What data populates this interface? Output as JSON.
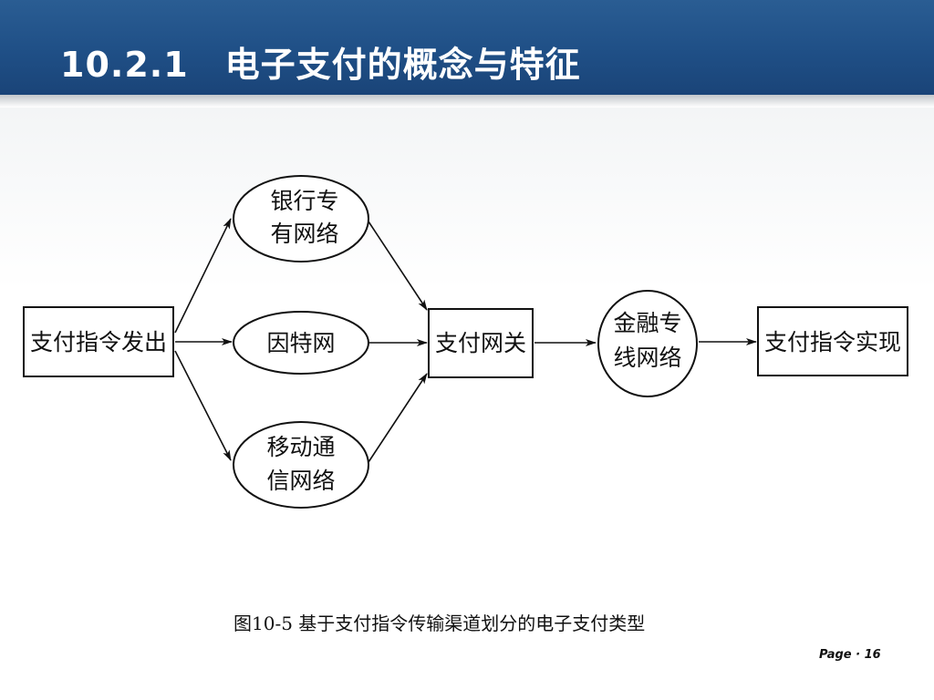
{
  "header": {
    "section_number": "10.2.1",
    "title": "电子支付的概念与特征"
  },
  "diagram": {
    "nodes": {
      "source": "支付指令发出",
      "bank_network": [
        "银行专",
        "有网络"
      ],
      "internet": "因特网",
      "mobile_network": [
        "移动通",
        "信网络"
      ],
      "gateway": "支付网关",
      "financial_network": [
        "金融专",
        "线网络"
      ],
      "target": "支付指令实现"
    }
  },
  "caption": "图10-5  基于支付指令传输渠道划分的电子支付类型",
  "footer": {
    "page_label": "Page",
    "separator": "·",
    "page_number": "16"
  }
}
